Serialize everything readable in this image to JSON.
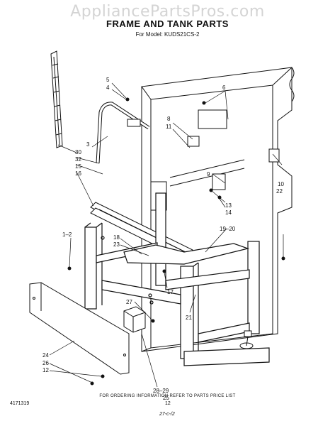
{
  "watermark": "AppliancePartsPros.com",
  "title": "FRAME AND TANK PARTS",
  "model_line": "For Model: KUDS21CS-2",
  "callouts": {
    "c5": "5",
    "c4": "4",
    "c6": "6",
    "c8": "8",
    "c11": "11",
    "c3": "3",
    "c30": "30",
    "c32": "32",
    "c15": "15",
    "c16": "16",
    "c9": "9",
    "c10": "10",
    "c22": "22",
    "c13": "13",
    "c14": "14",
    "c1_2": "1–2",
    "c18": "18",
    "c23": "23",
    "c19_20": "19–20",
    "c17": "17",
    "c27": "27",
    "c21": "21",
    "c24": "24",
    "c26": "26",
    "c12": "12",
    "c28_29": "28–29",
    "c25": "25"
  },
  "footer": {
    "info": "FOR ORDERING INFORMATION REFER TO PARTS PRICE LIST",
    "code": "4171319",
    "page": "12",
    "date": "27-c-/2"
  }
}
